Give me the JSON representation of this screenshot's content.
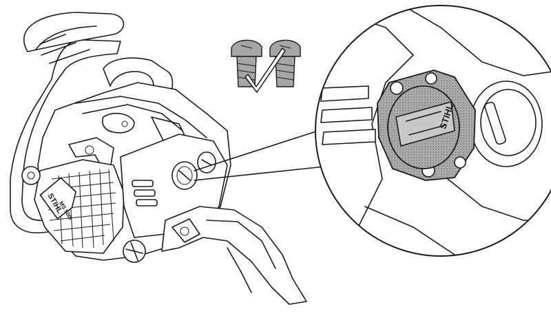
{
  "figure": {
    "brand_label": "STIHL",
    "model_label": "MS 500i",
    "cap_brand_label": "STIHL",
    "colors": {
      "outline": "#1a1a1a",
      "background": "#ffffff",
      "gasket_fill": "#9a9a9a",
      "screw_fill": "#a6a6a6"
    },
    "icons": [
      "chainsaw-icon",
      "screw-icon",
      "check-mark-icon",
      "magnifier-callout-icon",
      "gasket-icon",
      "tank-cap-icon"
    ]
  }
}
